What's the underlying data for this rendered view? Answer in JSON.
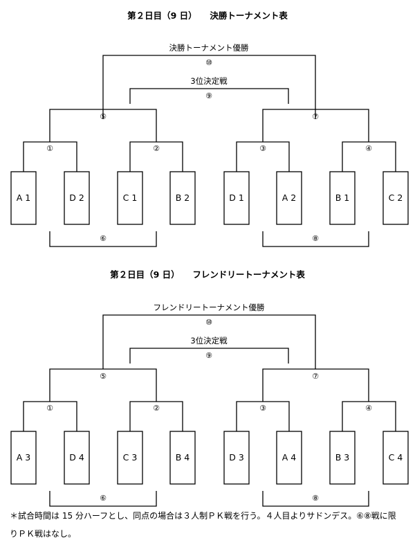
{
  "brackets": [
    {
      "title": "第２日目（9 日）　　決勝トーナメント表",
      "final_label": "決勝トーナメント優勝",
      "third_label": "3位決定戦",
      "matches": {
        "m1": "①",
        "m2": "②",
        "m3": "③",
        "m4": "④",
        "m5": "⑤",
        "m6": "⑥",
        "m7": "⑦",
        "m8": "⑧",
        "m9": "⑨",
        "m10": "⑩"
      },
      "teams": [
        "A 1",
        "D 2",
        "C 1",
        "B 2",
        "D 1",
        "A 2",
        "B 1",
        "C 2"
      ]
    },
    {
      "title": "第２日目（9 日）　　フレンドリートーナメント表",
      "final_label": "フレンドリートーナメント優勝",
      "third_label": "3位決定戦",
      "matches": {
        "m1": "①",
        "m2": "②",
        "m3": "③",
        "m4": "④",
        "m5": "⑤",
        "m6": "⑥",
        "m7": "⑦",
        "m8": "⑧",
        "m9": "⑨",
        "m10": "⑩"
      },
      "teams": [
        "A 3",
        "D 4",
        "C 3",
        "B 4",
        "D 3",
        "A 4",
        "B 3",
        "C 4"
      ]
    }
  ],
  "notes": {
    "line1": "＊試合時間は 15 分ハーフとし、同点の場合は３人制ＰＫ戦を行う。４人目よりサドンデス。⑥⑧戦に限りＰＫ戦はなし。"
  }
}
